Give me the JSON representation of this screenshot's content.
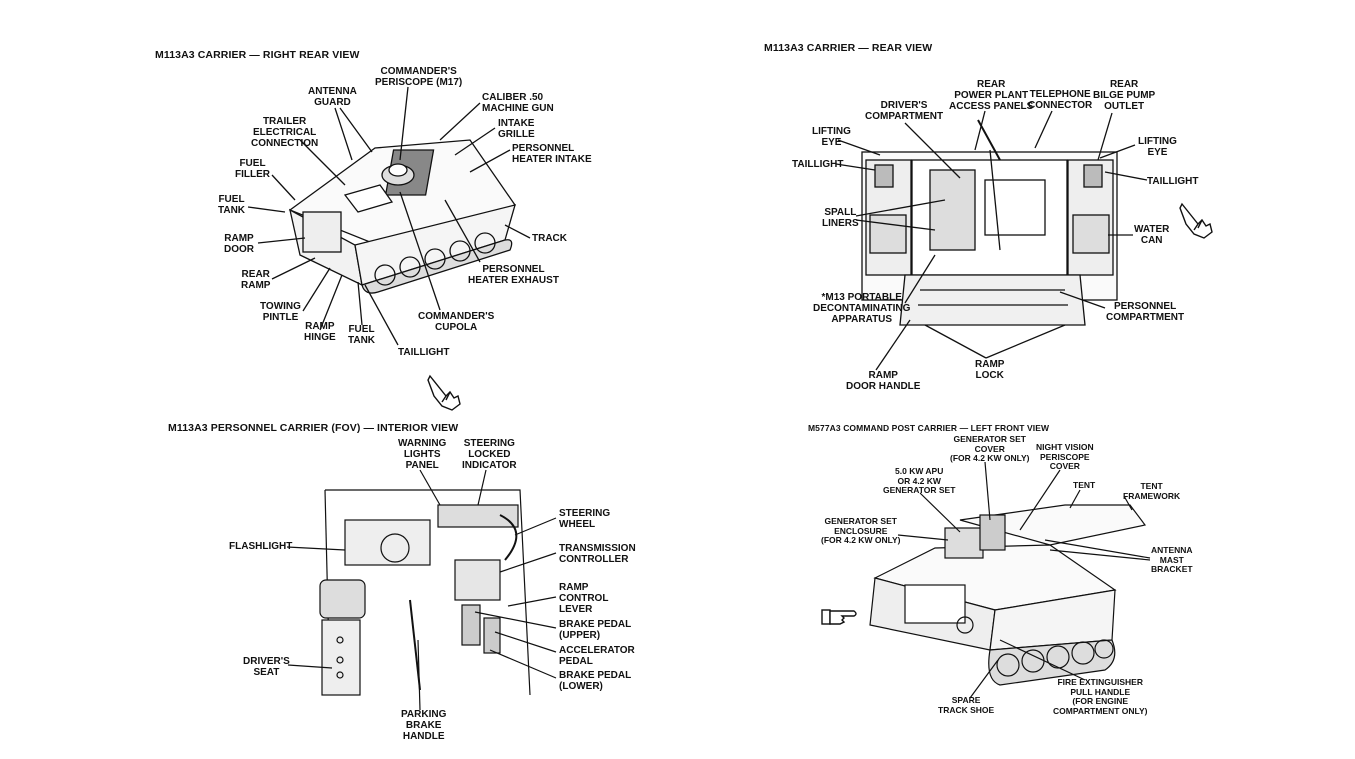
{
  "panels": {
    "p1": {
      "title": "M113A3 CARRIER — RIGHT REAR VIEW",
      "labels": [
        "COMMANDER'S\nPERISCOPE (M17)",
        "ANTENNA\nGUARD",
        "CALIBER .50\nMACHINE GUN",
        "TRAILER\nELECTRICAL\nCONNECTION",
        "INTAKE\nGRILLE",
        "PERSONNEL\nHEATER INTAKE",
        "FUEL\nFILLER",
        "FUEL\nTANK",
        "RAMP\nDOOR",
        "TRACK",
        "REAR\nRAMP",
        "PERSONNEL\nHEATER EXHAUST",
        "TOWING\nPINTLE",
        "RAMP\nHINGE",
        "FUEL\nTANK",
        "COMMANDER'S\nCUPOLA",
        "TAILLIGHT"
      ]
    },
    "p2": {
      "title": "M113A3 CARRIER — REAR VIEW",
      "labels": [
        "REAR\nPOWER PLANT\nACCESS PANELS",
        "TELEPHONE\nCONNECTOR",
        "REAR\nBILGE PUMP\nOUTLET",
        "DRIVER'S\nCOMPARTMENT",
        "LIFTING\nEYE",
        "LIFTING\nEYE",
        "TAILLIGHT",
        "TAILLIGHT",
        "SPALL\nLINERS",
        "WATER\nCAN",
        "*M13 PORTABLE\nDECONTAMINATING\nAPPARATUS",
        "PERSONNEL\nCOMPARTMENT",
        "RAMP\nLOCK",
        "RAMP\nDOOR HANDLE"
      ]
    },
    "p3": {
      "title": "M113A3 PERSONNEL CARRIER (FOV) — INTERIOR VIEW",
      "labels": [
        "WARNING\nLIGHTS\nPANEL",
        "STEERING\nLOCKED\nINDICATOR",
        "STEERING\nWHEEL",
        "FLASHLIGHT",
        "TRANSMISSION\nCONTROLLER",
        "RAMP\nCONTROL\nLEVER",
        "BRAKE PEDAL\n(UPPER)",
        "ACCELERATOR\nPEDAL",
        "DRIVER'S\nSEAT",
        "BRAKE PEDAL\n(LOWER)",
        "PARKING\nBRAKE\nHANDLE"
      ]
    },
    "p4": {
      "title": "M577A3 COMMAND POST CARRIER — LEFT FRONT VIEW",
      "labels": [
        "GENERATOR SET\nCOVER\n(FOR 4.2 KW ONLY)",
        "NIGHT VISION\nPERISCOPE\nCOVER",
        "5.0 KW APU\nOR 4.2 KW\nGENERATOR SET",
        "TENT",
        "TENT\nFRAMEWORK",
        "GENERATOR SET\nENCLOSURE\n(FOR 4.2 KW ONLY)",
        "ANTENNA\nMAST\nBRACKET",
        "SPARE\nTRACK SHOE",
        "FIRE EXTINGUISHER\nPULL HANDLE\n(FOR ENGINE\nCOMPARTMENT ONLY)"
      ]
    }
  },
  "icons": {
    "p1_hand": "pointing-down-hand-icon",
    "p2_hand": "pointing-down-hand-icon",
    "p4_hand": "pointing-right-hand-icon"
  }
}
